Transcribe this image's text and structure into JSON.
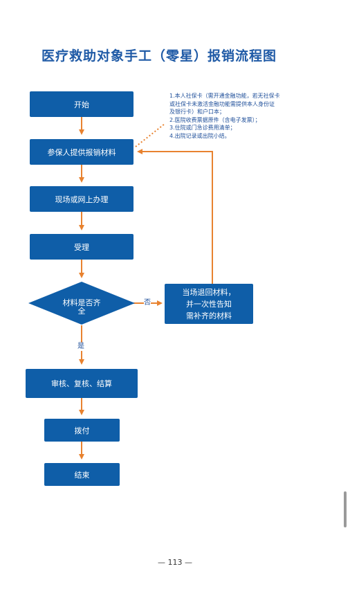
{
  "title": "医疗救助对象手工（零星）报销流程图",
  "nodes": {
    "start": "开始",
    "submit": "参保人提供报销材料",
    "handle": "现场或网上办理",
    "accept": "受理",
    "decision": "材料是否齐全",
    "return": [
      "当场退回材料，",
      "并一次性告知",
      "需补齐的材料"
    ],
    "review": "审核、复核、结算",
    "pay": "拨付",
    "end": "结束"
  },
  "labels": {
    "no": "否",
    "yes": "是"
  },
  "notes": [
    "1.本人社保卡（需开通金融功能，若无社保卡",
    "或社保卡未激活金融功能需提供本人身份证",
    "及银行卡）和户口本；",
    "2.医院收费票据原件（含电子发票）；",
    "3.住院或门急诊费用清单；",
    "4.出院记录或出院小结。"
  ],
  "page_number": "— 113 —",
  "colors": {
    "box": "#0f5ea8",
    "arrow": "#e8822f",
    "title": "#1f5aa6",
    "note_text": "#1f4f9a"
  }
}
